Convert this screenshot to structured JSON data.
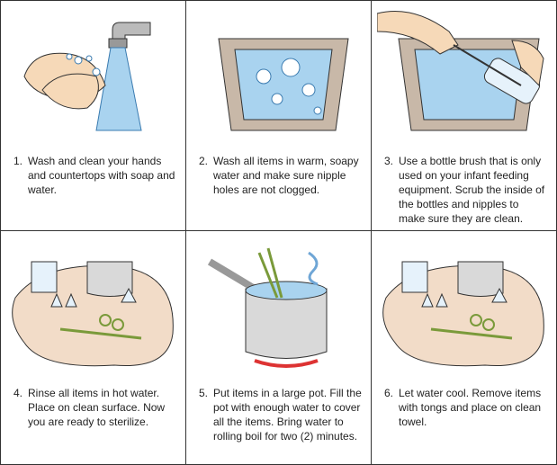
{
  "steps": [
    {
      "number": "1.",
      "text": "Wash and clean your hands and countertops with soap and water."
    },
    {
      "number": "2.",
      "text": "Wash all items in warm, soapy water and make sure nipple holes are not clogged."
    },
    {
      "number": "3.",
      "text": "Use a bottle brush that is only used on your infant feeding equipment. Scrub the inside of the bottles and nipples to make sure they are clean."
    },
    {
      "number": "4.",
      "text": "Rinse all items in hot water. Place on clean surface. Now you are ready to sterilize."
    },
    {
      "number": "5.",
      "text": "Put items in a large pot. Fill the pot with enough water to cover all the items. Bring water to rolling boil for two (2) minutes."
    },
    {
      "number": "6.",
      "text": "Let water cool. Remove items with tongs and place on clean towel."
    }
  ],
  "colors": {
    "water": "#a9d3ef",
    "sink": "#c8b8a8",
    "towel": "#f2dcc8",
    "skin": "#f6d9b8",
    "pot": "#d9d9d9",
    "border": "#333333"
  }
}
